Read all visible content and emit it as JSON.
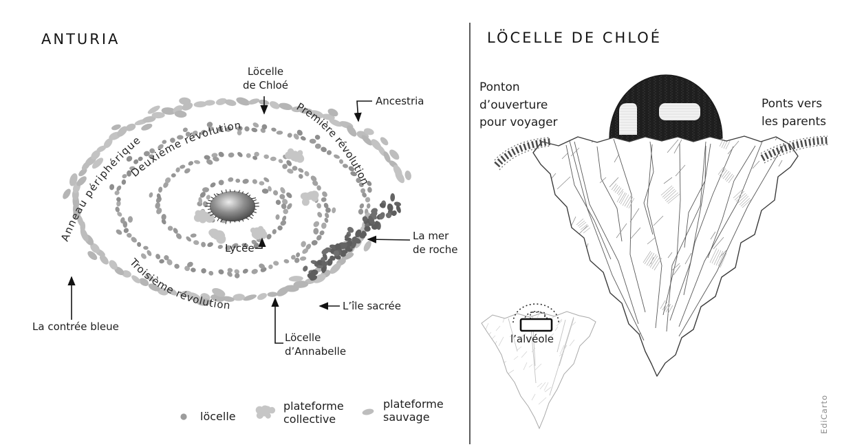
{
  "left_panel": {
    "title": "ANTURIA",
    "ring_labels": {
      "anneau": "Anneau périphérique",
      "deuxieme": "Deuxième révolution",
      "premiere": "Première révolution",
      "troisieme": "Troisième révolution"
    },
    "callouts": {
      "chloe": "Löcelle\nde Chloé",
      "ancestria": "Ancestria",
      "lycee": "Lycée",
      "mer_de_roche": "La mer\nde roche",
      "ile_sacree": "L’île sacrée",
      "annabelle": "Löcelle\nd’Annabelle",
      "contree_bleue": "La contrée bleue"
    },
    "legend": {
      "locelle": "löcelle",
      "collective": "plateforme\ncollective",
      "sauvage": "plateforme\nsauvage"
    }
  },
  "right_panel": {
    "title": "LÖCELLE DE CHLOÉ",
    "labels": {
      "ponton": "Ponton\nd’ouverture\npour voyager",
      "ponts": "Ponts vers\nles parents",
      "alveole": "l’alvéole"
    },
    "credit": "EdiCarto"
  },
  "colors": {
    "ink": "#1d1d1d",
    "dot": "#9c9c9c",
    "sauvage": "#bdbdbd",
    "collective": "#c6c6c6",
    "roche": "#646464",
    "dome": "#2b2b2b",
    "sketch": "#9a9a9a"
  }
}
